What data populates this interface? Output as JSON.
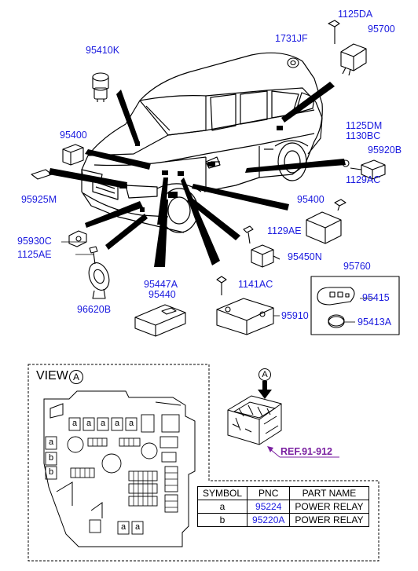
{
  "part_numbers": {
    "p1125DA": "1125DA",
    "p95700": "95700",
    "p1731JF": "1731JF",
    "p95410K": "95410K",
    "p95400a": "95400",
    "p1125DM": "1125DM",
    "p1130BC": "1130BC",
    "p95920B": "95920B",
    "p1129AC": "1129AC",
    "p95925M": "95925M",
    "p95400b": "95400",
    "p95930C": "95930C",
    "p1129AE": "1129AE",
    "p1125AE": "1125AE",
    "p95450N": "95450N",
    "p95760": "95760",
    "p95447A": "95447A",
    "p95440": "95440",
    "p1141AC": "1141AC",
    "p96620B": "96620B",
    "p95415": "95415",
    "p95910": "95910",
    "p95413A": "95413A"
  },
  "view": {
    "label": "VIEW",
    "marker": "A"
  },
  "callout_marker": "A",
  "ref_label": "REF.91-912",
  "relay_mark": "a",
  "relay_mark_b": "b",
  "legend": {
    "headers": [
      "SYMBOL",
      "PNC",
      "PART NAME"
    ],
    "rows": [
      {
        "symbol": "a",
        "pnc": "95224",
        "name": "POWER RELAY"
      },
      {
        "symbol": "b",
        "pnc": "95220A",
        "name": "POWER RELAY"
      }
    ]
  }
}
